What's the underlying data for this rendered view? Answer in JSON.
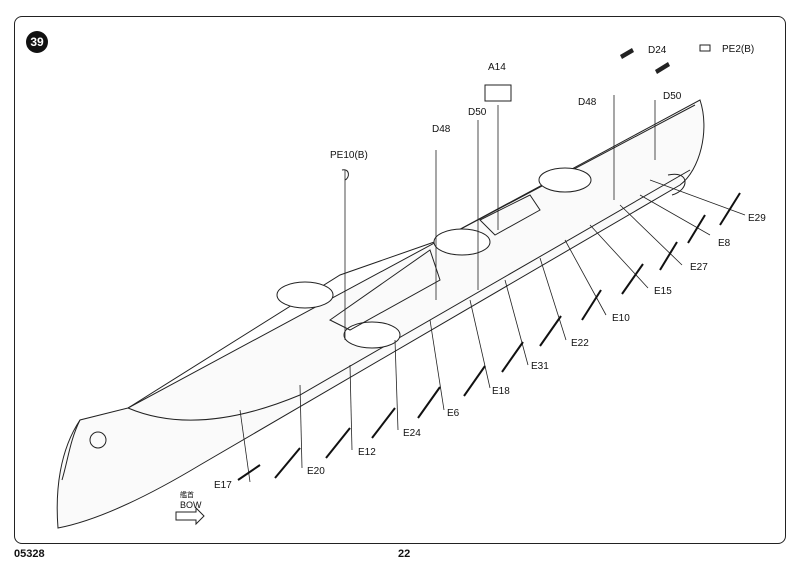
{
  "step": {
    "number": "39"
  },
  "footer": {
    "code": "05328",
    "page": "22"
  },
  "orientation": {
    "jp": "艦首",
    "en": "BOW"
  },
  "parts": {
    "A14": "A14",
    "D50a": "D50",
    "D24": "D24",
    "PE2B": "PE2(B)",
    "D48a": "D48",
    "D50b": "D50",
    "PE10B": "PE10(B)",
    "D48b": "D48",
    "E29": "E29",
    "E8": "E8",
    "E27": "E27",
    "E15": "E15",
    "E10": "E10",
    "E22": "E22",
    "E31": "E31",
    "E18": "E18",
    "E6": "E6",
    "E24": "E24",
    "E12": "E12",
    "E20": "E20",
    "E17": "E17"
  }
}
